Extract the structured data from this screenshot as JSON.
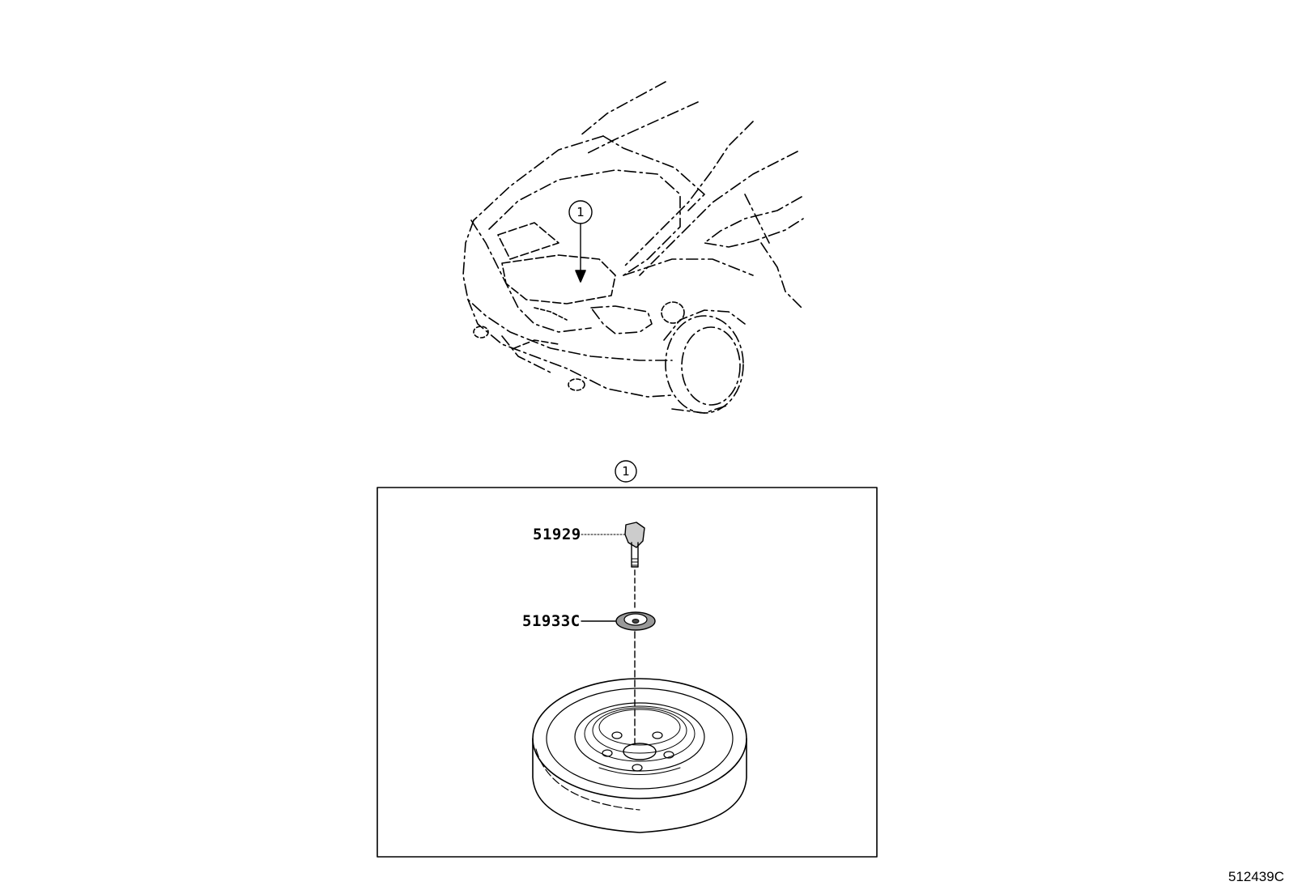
{
  "figure": {
    "callout_top": "1",
    "callout_box": "1",
    "parts": {
      "bolt": "51929",
      "washer": "51933C"
    },
    "figure_id": "512439C"
  }
}
